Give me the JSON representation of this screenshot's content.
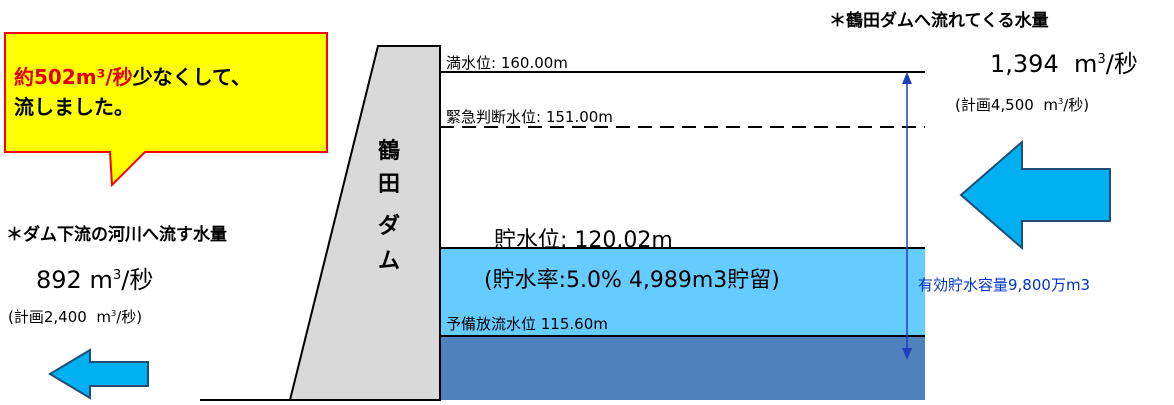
{
  "callout": {
    "line1_red": "約502m³/秒",
    "line1_rest": "少なくして、",
    "line2": "流しました。"
  },
  "dam": {
    "name_chars": [
      "鶴",
      "田",
      "ダ",
      "ム"
    ]
  },
  "levels": {
    "full": "満水位: 160.00m",
    "emergency": "緊急判断水位: 151.00m",
    "storage_level": "貯水位: 120.02m",
    "storage_rate": "(貯水率:5.0% 4,989m3貯留)",
    "reserve_release": "予備放流水位 115.60m"
  },
  "capacity_label": "有効貯水容量9,800万m3",
  "inflow": {
    "title": "＊鶴田ダムへ流れてくる水量",
    "value": "1,394",
    "unit_m": "m",
    "unit_exp": "3",
    "unit_rest": "/秒",
    "plan_prefix": "(計画4,500",
    "plan_exp": "3",
    "plan_suffix": "/秒)"
  },
  "outflow": {
    "title": "＊ダム下流の河川へ流す水量",
    "value": "892",
    "unit_m": "m",
    "unit_exp": "3",
    "unit_rest": "/秒",
    "plan_prefix": "(計画2,400",
    "plan_exp": "3",
    "plan_suffix": "/秒)"
  },
  "colors": {
    "water_light": "#66ccff",
    "water_dark": "#4f81bd",
    "dam_fill": "#d9d9d9",
    "arrow_fill": "#00b0f0",
    "callout_fill": "#ffff00",
    "callout_border": "#ff0000",
    "capacity_blue": "#0033cc"
  }
}
